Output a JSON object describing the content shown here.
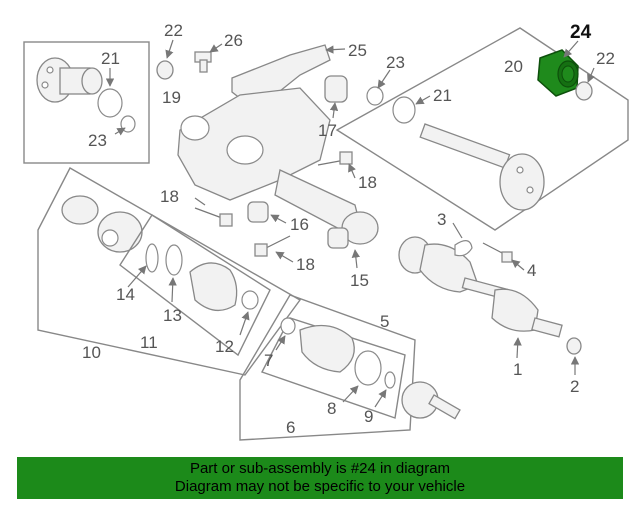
{
  "callouts": {
    "c1": "1",
    "c2": "2",
    "c3": "3",
    "c4": "4",
    "c5": "5",
    "c6": "6",
    "c7": "7",
    "c8": "8",
    "c9": "9",
    "c10": "10",
    "c11": "11",
    "c12": "12",
    "c13": "13",
    "c14": "14",
    "c15": "15",
    "c16": "16",
    "c17": "17",
    "c18a": "18",
    "c18b": "18",
    "c18c": "18",
    "c19": "19",
    "c20": "20",
    "c21a": "21",
    "c21b": "21",
    "c22a": "22",
    "c22b": "22",
    "c23a": "23",
    "c23b": "23",
    "c24": "24",
    "c25": "25",
    "c26": "26"
  },
  "highlight": {
    "part_number": "24",
    "color": "#1f8a1c"
  },
  "banner": {
    "line1": "Part or sub-assembly is #24 in diagram",
    "line2": "Diagram may not be specific to your vehicle",
    "color": "#1c8a1a"
  }
}
